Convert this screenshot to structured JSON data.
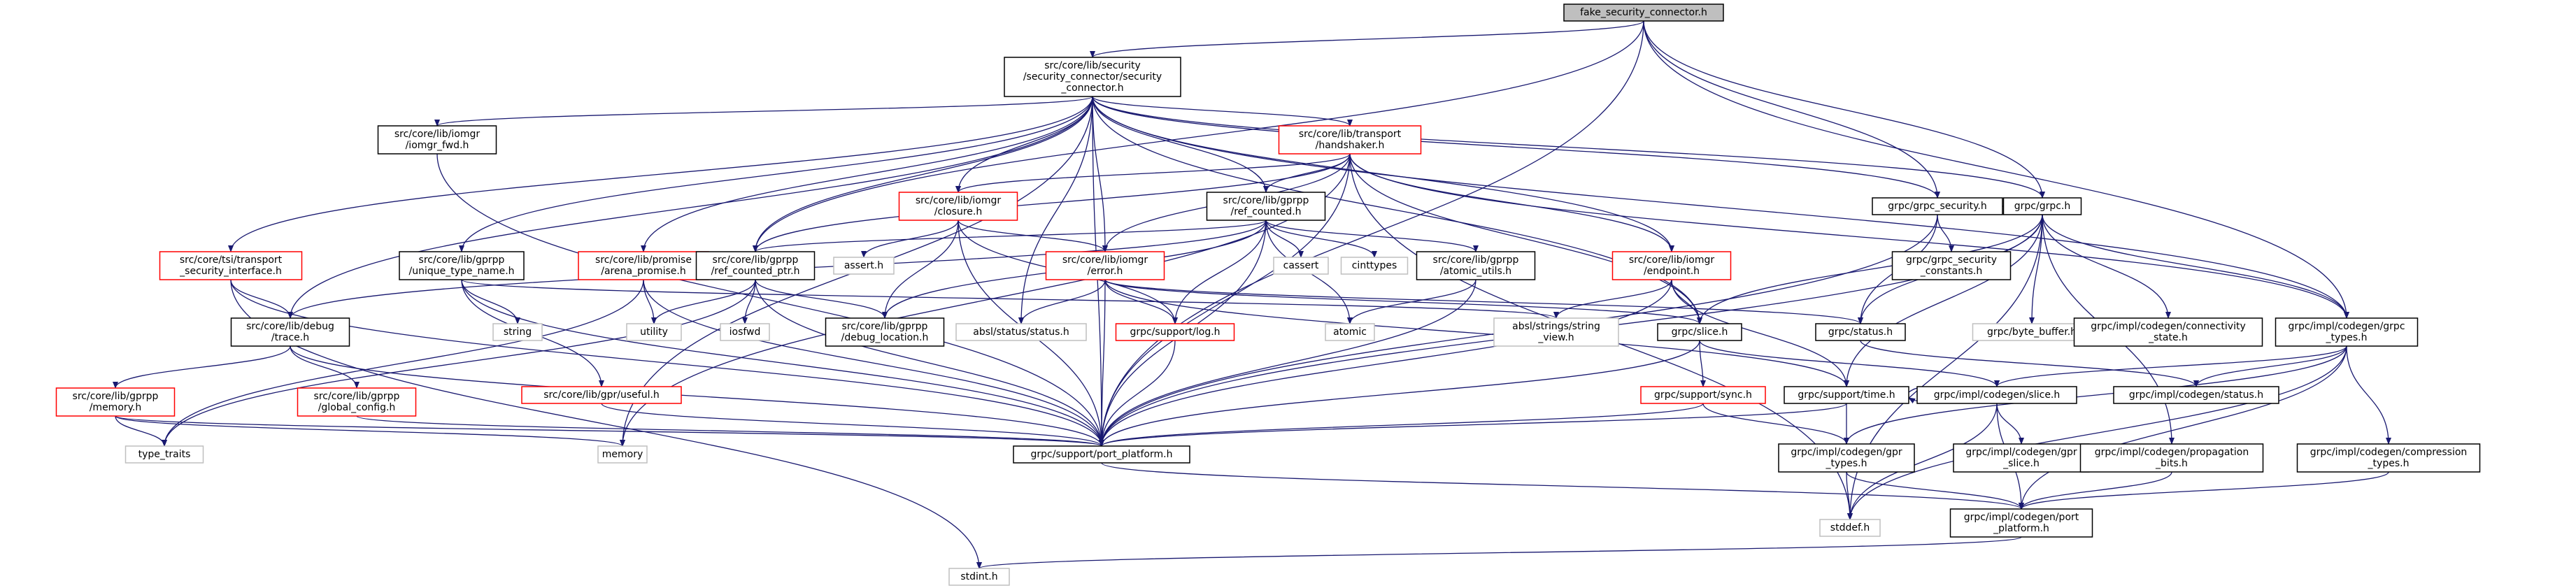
{
  "colors": {
    "edge": "#191970",
    "text": "#000000",
    "border_normal": "#000000",
    "border_incomplete": "#ff0000",
    "border_system": "#bfbfbf",
    "fill_root": "#bfbfbf",
    "fill_node": "#ffffff"
  },
  "nodes": [
    {
      "id": "fake",
      "kind": "root",
      "lines": [
        "fake_security_connector.h"
      ]
    },
    {
      "id": "sc",
      "kind": "normal",
      "lines": [
        "src/core/lib/security",
        "/security_connector/security",
        "_connector.h"
      ]
    },
    {
      "id": "iomgr_fwd",
      "kind": "normal",
      "lines": [
        "src/core/lib/iomgr",
        "/iomgr_fwd.h"
      ]
    },
    {
      "id": "handshaker",
      "kind": "red",
      "lines": [
        "src/core/lib/transport",
        "/handshaker.h"
      ]
    },
    {
      "id": "grpc_security",
      "kind": "normal",
      "lines": [
        "grpc/grpc_security.h"
      ]
    },
    {
      "id": "tsi",
      "kind": "red",
      "lines": [
        "src/core/tsi/transport",
        "_security_interface.h"
      ]
    },
    {
      "id": "unique_type",
      "kind": "normal",
      "lines": [
        "src/core/lib/gprpp",
        "/unique_type_name.h"
      ]
    },
    {
      "id": "arena_promise",
      "kind": "red",
      "lines": [
        "src/core/lib/promise",
        "/arena_promise.h"
      ]
    },
    {
      "id": "closure",
      "kind": "red",
      "lines": [
        "src/core/lib/iomgr",
        "/closure.h"
      ]
    },
    {
      "id": "ref_counted",
      "kind": "normal",
      "lines": [
        "src/core/lib/gprpp",
        "/ref_counted.h"
      ]
    },
    {
      "id": "endpoint",
      "kind": "red",
      "lines": [
        "src/core/lib/iomgr",
        "/endpoint.h"
      ]
    },
    {
      "id": "grpc_h",
      "kind": "normal",
      "lines": [
        "grpc/grpc.h"
      ]
    },
    {
      "id": "grpc_security_constants",
      "kind": "normal",
      "lines": [
        "grpc/grpc_security",
        "_constants.h"
      ]
    },
    {
      "id": "ref_counted_ptr",
      "kind": "normal",
      "lines": [
        "src/core/lib/gprpp",
        "/ref_counted_ptr.h"
      ]
    },
    {
      "id": "assert",
      "kind": "system",
      "lines": [
        "assert.h"
      ]
    },
    {
      "id": "error",
      "kind": "red",
      "lines": [
        "src/core/lib/iomgr",
        "/error.h"
      ]
    },
    {
      "id": "cassert",
      "kind": "system",
      "lines": [
        "cassert"
      ]
    },
    {
      "id": "cinttypes",
      "kind": "system",
      "lines": [
        "cinttypes"
      ]
    },
    {
      "id": "atomic_utils",
      "kind": "normal",
      "lines": [
        "src/core/lib/gprpp",
        "/atomic_utils.h"
      ]
    },
    {
      "id": "debug_trace",
      "kind": "normal",
      "lines": [
        "src/core/lib/debug",
        "/trace.h"
      ]
    },
    {
      "id": "string",
      "kind": "system",
      "lines": [
        "string"
      ]
    },
    {
      "id": "utility",
      "kind": "system",
      "lines": [
        "utility"
      ]
    },
    {
      "id": "iosfwd",
      "kind": "system",
      "lines": [
        "iosfwd"
      ]
    },
    {
      "id": "debug_location",
      "kind": "normal",
      "lines": [
        "src/core/lib/gprpp",
        "/debug_location.h"
      ]
    },
    {
      "id": "absl_status",
      "kind": "system",
      "lines": [
        "absl/status/status.h"
      ]
    },
    {
      "id": "support_log",
      "kind": "red",
      "lines": [
        "grpc/support/log.h"
      ]
    },
    {
      "id": "atomic",
      "kind": "system",
      "lines": [
        "atomic"
      ]
    },
    {
      "id": "absl_string_view",
      "kind": "system",
      "lines": [
        "absl/strings/string",
        "_view.h"
      ]
    },
    {
      "id": "slice",
      "kind": "normal",
      "lines": [
        "grpc/slice.h"
      ]
    },
    {
      "id": "status",
      "kind": "normal",
      "lines": [
        "grpc/status.h"
      ]
    },
    {
      "id": "byte_buffer",
      "kind": "system",
      "lines": [
        "grpc/byte_buffer.h"
      ]
    },
    {
      "id": "connectivity_state",
      "kind": "normal",
      "lines": [
        "grpc/impl/codegen/connectivity",
        "_state.h"
      ]
    },
    {
      "id": "grpc_types",
      "kind": "normal",
      "lines": [
        "grpc/impl/codegen/grpc",
        "_types.h"
      ]
    },
    {
      "id": "memory_h",
      "kind": "red",
      "lines": [
        "src/core/lib/gprpp",
        "/memory.h"
      ]
    },
    {
      "id": "global_config",
      "kind": "red",
      "lines": [
        "src/core/lib/gprpp",
        "/global_config.h"
      ]
    },
    {
      "id": "useful",
      "kind": "red",
      "lines": [
        "src/core/lib/gpr/useful.h"
      ]
    },
    {
      "id": "sync",
      "kind": "red",
      "lines": [
        "grpc/support/sync.h"
      ]
    },
    {
      "id": "support_time",
      "kind": "normal",
      "lines": [
        "grpc/support/time.h"
      ]
    },
    {
      "id": "codegen_slice",
      "kind": "normal",
      "lines": [
        "grpc/impl/codegen/slice.h"
      ]
    },
    {
      "id": "codegen_status",
      "kind": "normal",
      "lines": [
        "grpc/impl/codegen/status.h"
      ]
    },
    {
      "id": "type_traits",
      "kind": "system",
      "lines": [
        "type_traits"
      ]
    },
    {
      "id": "memory",
      "kind": "system",
      "lines": [
        "memory"
      ]
    },
    {
      "id": "port_platform",
      "kind": "normal",
      "lines": [
        "grpc/support/port_platform.h"
      ]
    },
    {
      "id": "gpr_types",
      "kind": "normal",
      "lines": [
        "grpc/impl/codegen/gpr",
        "_types.h"
      ]
    },
    {
      "id": "gpr_slice",
      "kind": "normal",
      "lines": [
        "grpc/impl/codegen/gpr",
        "_slice.h"
      ]
    },
    {
      "id": "propagation_bits",
      "kind": "normal",
      "lines": [
        "grpc/impl/codegen/propagation",
        "_bits.h"
      ]
    },
    {
      "id": "compression_types",
      "kind": "normal",
      "lines": [
        "grpc/impl/codegen/compression",
        "_types.h"
      ]
    },
    {
      "id": "stddef",
      "kind": "system",
      "lines": [
        "stddef.h"
      ]
    },
    {
      "id": "codegen_port_platform",
      "kind": "normal",
      "lines": [
        "grpc/impl/codegen/port",
        "_platform.h"
      ]
    },
    {
      "id": "stdint",
      "kind": "system",
      "lines": [
        "stdint.h"
      ]
    }
  ],
  "edges": [
    [
      "fake",
      "sc"
    ],
    [
      "fake",
      "grpc_security"
    ],
    [
      "fake",
      "grpc_h"
    ],
    [
      "fake",
      "ref_counted_ptr"
    ],
    [
      "fake",
      "port_platform"
    ],
    [
      "fake",
      "grpc_types"
    ],
    [
      "sc",
      "iomgr_fwd"
    ],
    [
      "sc",
      "handshaker"
    ],
    [
      "sc",
      "grpc_security"
    ],
    [
      "sc",
      "tsi"
    ],
    [
      "sc",
      "unique_type"
    ],
    [
      "sc",
      "arena_promise"
    ],
    [
      "sc",
      "closure"
    ],
    [
      "sc",
      "ref_counted"
    ],
    [
      "sc",
      "endpoint"
    ],
    [
      "sc",
      "grpc_h"
    ],
    [
      "sc",
      "ref_counted_ptr"
    ],
    [
      "sc",
      "error"
    ],
    [
      "sc",
      "debug_trace"
    ],
    [
      "sc",
      "absl_status"
    ],
    [
      "sc",
      "port_platform"
    ],
    [
      "sc",
      "memory"
    ],
    [
      "sc",
      "grpc_types"
    ],
    [
      "sc",
      "slice"
    ],
    [
      "iomgr_fwd",
      "port_platform"
    ],
    [
      "handshaker",
      "closure"
    ],
    [
      "handshaker",
      "ref_counted"
    ],
    [
      "handshaker",
      "endpoint"
    ],
    [
      "handshaker",
      "ref_counted_ptr"
    ],
    [
      "handshaker",
      "error"
    ],
    [
      "handshaker",
      "slice"
    ],
    [
      "handshaker",
      "grpc_types"
    ],
    [
      "handshaker",
      "port_platform"
    ],
    [
      "handshaker",
      "stddef"
    ],
    [
      "handshaker",
      "memory"
    ],
    [
      "grpc_security",
      "grpc_h"
    ],
    [
      "grpc_security",
      "grpc_security_constants"
    ],
    [
      "grpc_security",
      "status"
    ],
    [
      "grpc_security",
      "port_platform"
    ],
    [
      "tsi",
      "debug_trace"
    ],
    [
      "tsi",
      "port_platform"
    ],
    [
      "tsi",
      "stdint"
    ],
    [
      "unique_type",
      "string"
    ],
    [
      "unique_type",
      "useful"
    ],
    [
      "unique_type",
      "port_platform"
    ],
    [
      "unique_type",
      "absl_string_view"
    ],
    [
      "arena_promise",
      "utility"
    ],
    [
      "arena_promise",
      "port_platform"
    ],
    [
      "arena_promise",
      "type_traits"
    ],
    [
      "closure",
      "assert"
    ],
    [
      "closure",
      "debug_location"
    ],
    [
      "closure",
      "error"
    ],
    [
      "closure",
      "port_platform"
    ],
    [
      "closure",
      "support_log"
    ],
    [
      "ref_counted",
      "ref_counted_ptr"
    ],
    [
      "ref_counted",
      "cassert"
    ],
    [
      "ref_counted",
      "cinttypes"
    ],
    [
      "ref_counted",
      "atomic_utils"
    ],
    [
      "ref_counted",
      "debug_trace"
    ],
    [
      "ref_counted",
      "debug_location"
    ],
    [
      "ref_counted",
      "atomic"
    ],
    [
      "ref_counted",
      "support_log"
    ],
    [
      "ref_counted",
      "port_platform"
    ],
    [
      "endpoint",
      "slice"
    ],
    [
      "endpoint",
      "support_time"
    ],
    [
      "endpoint",
      "absl_string_view"
    ],
    [
      "endpoint",
      "port_platform"
    ],
    [
      "grpc_h",
      "status"
    ],
    [
      "grpc_h",
      "byte_buffer"
    ],
    [
      "grpc_h",
      "connectivity_state"
    ],
    [
      "grpc_h",
      "grpc_types"
    ],
    [
      "grpc_h",
      "propagation_bits"
    ],
    [
      "grpc_h",
      "slice"
    ],
    [
      "grpc_h",
      "support_time"
    ],
    [
      "grpc_h",
      "port_platform"
    ],
    [
      "grpc_h",
      "stddef"
    ],
    [
      "ref_counted_ptr",
      "utility"
    ],
    [
      "ref_counted_ptr",
      "iosfwd"
    ],
    [
      "ref_counted_ptr",
      "debug_location"
    ],
    [
      "ref_counted_ptr",
      "port_platform"
    ],
    [
      "ref_counted_ptr",
      "type_traits"
    ],
    [
      "error",
      "absl_status"
    ],
    [
      "error",
      "support_log"
    ],
    [
      "error",
      "status"
    ],
    [
      "error",
      "port_platform"
    ],
    [
      "error",
      "support_time"
    ],
    [
      "error",
      "slice"
    ],
    [
      "atomic_utils",
      "atomic"
    ],
    [
      "atomic_utils",
      "port_platform"
    ],
    [
      "debug_trace",
      "memory_h"
    ],
    [
      "debug_trace",
      "global_config"
    ],
    [
      "debug_trace",
      "port_platform"
    ],
    [
      "support_log",
      "port_platform"
    ],
    [
      "slice",
      "codegen_slice"
    ],
    [
      "slice",
      "sync"
    ],
    [
      "slice",
      "port_platform"
    ],
    [
      "status",
      "codegen_status"
    ],
    [
      "grpc_types",
      "codegen_slice"
    ],
    [
      "grpc_types",
      "codegen_status"
    ],
    [
      "grpc_types",
      "gpr_types"
    ],
    [
      "grpc_types",
      "compression_types"
    ],
    [
      "grpc_types",
      "stddef"
    ],
    [
      "grpc_types",
      "codegen_port_platform"
    ],
    [
      "memory_h",
      "type_traits"
    ],
    [
      "memory_h",
      "memory"
    ],
    [
      "memory_h",
      "port_platform"
    ],
    [
      "global_config",
      "port_platform"
    ],
    [
      "useful",
      "port_platform"
    ],
    [
      "sync",
      "gpr_types"
    ],
    [
      "sync",
      "port_platform"
    ],
    [
      "support_time",
      "gpr_types"
    ],
    [
      "support_time",
      "port_platform"
    ],
    [
      "support_time",
      "support_time"
    ],
    [
      "codegen_slice",
      "gpr_slice"
    ],
    [
      "codegen_slice",
      "codegen_port_platform"
    ],
    [
      "codegen_slice",
      "stddef"
    ],
    [
      "port_platform",
      "codegen_port_platform"
    ],
    [
      "gpr_types",
      "codegen_port_platform"
    ],
    [
      "gpr_types",
      "stddef"
    ],
    [
      "propagation_bits",
      "codegen_port_platform"
    ],
    [
      "compression_types",
      "codegen_port_platform"
    ],
    [
      "codegen_port_platform",
      "stdint"
    ]
  ]
}
